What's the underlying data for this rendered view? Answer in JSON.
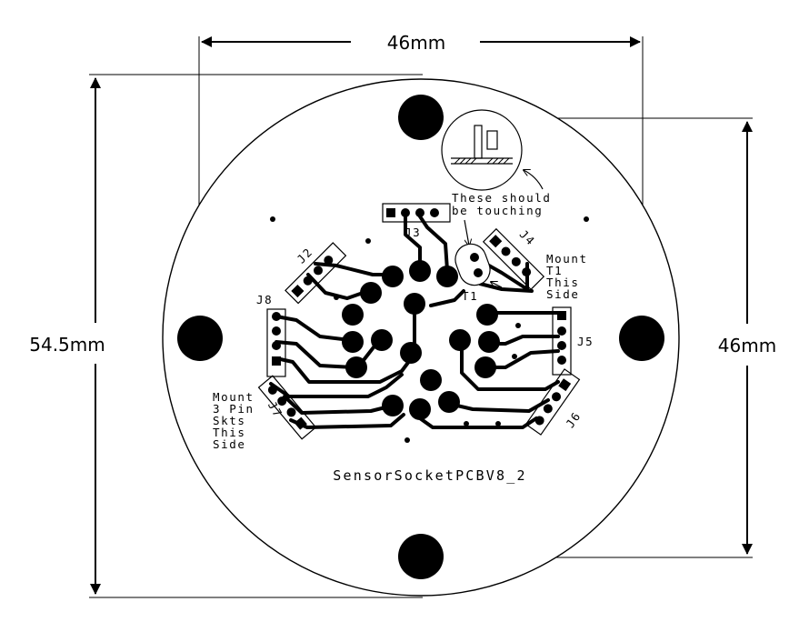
{
  "dimensions": {
    "top_width": "46mm",
    "left_height": "54.5mm",
    "right_height": "46mm"
  },
  "board": {
    "title": "SensorSocketPCBV8_2",
    "connectors": [
      "J2",
      "J3",
      "J4",
      "J5",
      "J6",
      "J7",
      "J8"
    ],
    "component": "T1"
  },
  "notes": {
    "touching": [
      "These should",
      "be touching"
    ],
    "mount_t1": [
      "Mount",
      "T1",
      "This",
      "Side"
    ],
    "mount_sockets": [
      "Mount",
      "3 Pin",
      "Skts",
      "This",
      "Side"
    ]
  },
  "colors": {
    "ink": "#000000",
    "background": "#ffffff"
  }
}
